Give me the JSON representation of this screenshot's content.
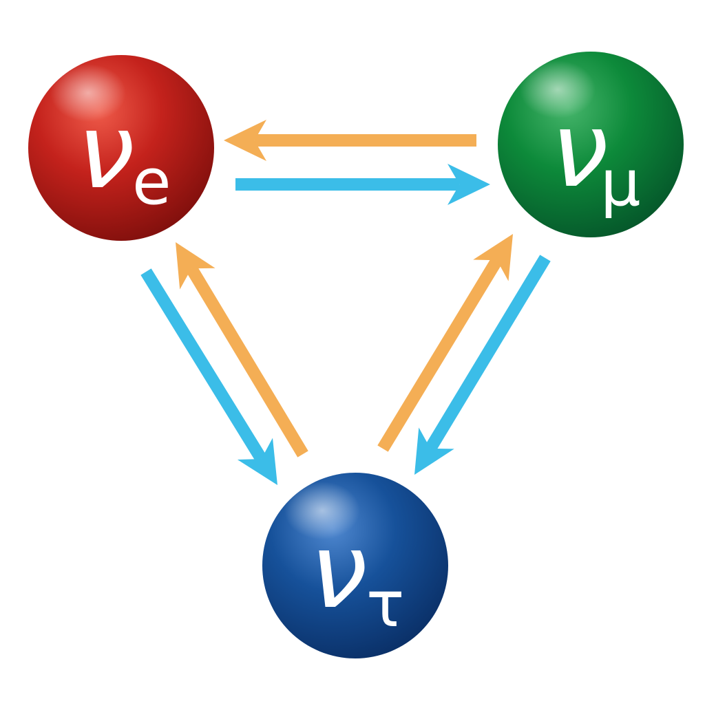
{
  "colors": {
    "background": "#ffffff",
    "electron": "#c4221c",
    "muon": "#0d8a3a",
    "tau": "#16519a",
    "arrow_orange": "#f4ae55",
    "arrow_blue": "#3bbde8"
  },
  "nodes": {
    "electron": {
      "symbol": "ν",
      "subscript": "e"
    },
    "muon": {
      "symbol": "ν",
      "subscript": "μ"
    },
    "tau": {
      "symbol": "ν",
      "subscript": "τ"
    }
  }
}
